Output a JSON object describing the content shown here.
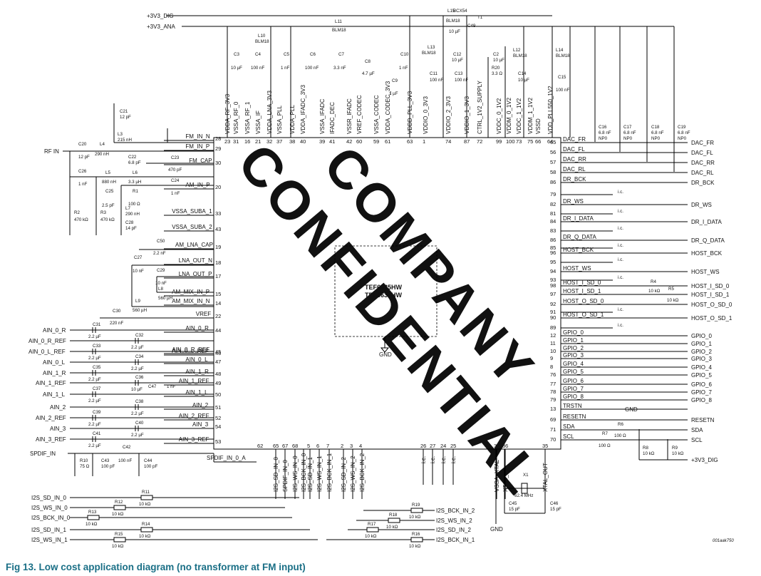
{
  "caption": "Fig 13.   Low cost application diagram (no transformer at FM input)",
  "figure_ref": "001aak750",
  "chip_names": [
    "TEF6635HW",
    "TEF6638HW"
  ],
  "watermark": [
    "COMPANY",
    "CONFIDENTIAL"
  ],
  "rails": {
    "dig": "+3V3_DIG",
    "ana": "+3V3_ANA",
    "rf_in": "RF IN",
    "spdif_in": "SPDIF_IN"
  },
  "transistor": {
    "label": "BCX54",
    "ref": "T1"
  },
  "top_inductors": [
    {
      "ref": "L15",
      "val": "BLM18"
    },
    {
      "ref": "L11",
      "val": "BLM18"
    },
    {
      "ref": "L10",
      "val": "BLM18"
    },
    {
      "ref": "L13",
      "val": "BLM18"
    },
    {
      "ref": "L12",
      "val": "BLM18"
    },
    {
      "ref": "L14",
      "val": "BLM18"
    }
  ],
  "top_caps": [
    {
      "ref": "C3",
      "val": "10 µF"
    },
    {
      "ref": "C4",
      "val": "100 nF"
    },
    {
      "ref": "C5",
      "val": "1 nF"
    },
    {
      "ref": "C6",
      "val": "100 nF"
    },
    {
      "ref": "C7",
      "val": "3.3 nF"
    },
    {
      "ref": "C8",
      "val": "4.7 µF"
    },
    {
      "ref": "C9",
      "val": "1 µF"
    },
    {
      "ref": "C10",
      "val": "1 nF"
    },
    {
      "ref": "C11",
      "val": "100 nF"
    },
    {
      "ref": "C12",
      "val": "10 µF"
    },
    {
      "ref": "C13",
      "val": "100 nF"
    },
    {
      "ref": "C2",
      "val": "10 µF"
    },
    {
      "ref": "R20",
      "val": "3.3 Ω"
    },
    {
      "ref": "C14",
      "val": "10 µF"
    },
    {
      "ref": "C15",
      "val": "100 nF"
    },
    {
      "ref": "C49",
      "val": "10 µF"
    }
  ],
  "top_pins": [
    {
      "num": "23",
      "name": "VDDA_RF_3V3"
    },
    {
      "num": "31",
      "name": "VSSA_RF_0"
    },
    {
      "num": "16",
      "name": "VSSA_RF_1"
    },
    {
      "num": "21",
      "name": "VSSA_IF"
    },
    {
      "num": "32",
      "name": "VDDA_LNA_3V3"
    },
    {
      "num": "37",
      "name": "VSSA_PLL"
    },
    {
      "num": "38",
      "name": "VDDA_PLL"
    },
    {
      "num": "40",
      "name": "VDDA_IFADC_3V3"
    },
    {
      "num": "39",
      "name": "VSSA_IFADC"
    },
    {
      "num": "41",
      "name": "IFADC_DEC"
    },
    {
      "num": "42",
      "name": "VSSR_IFADC"
    },
    {
      "num": "60",
      "name": "VREF_CODEC"
    },
    {
      "num": "59",
      "name": "VSSA_CODEC"
    },
    {
      "num": "61",
      "name": "VDDA_CODEC_3V3"
    },
    {
      "num": "63",
      "name": "VDDD_PLL_3V3"
    },
    {
      "num": "1",
      "name": "VDDIO_0_3V3"
    },
    {
      "num": "74",
      "name": "VDDIO_2_3V3"
    },
    {
      "num": "87",
      "name": "VDDIO_1_3V3"
    },
    {
      "num": "72",
      "name": "CTRL_1V2_SUPPLY"
    },
    {
      "num": "99",
      "name": "VDDC_0_1V2"
    },
    {
      "num": "100",
      "name": "VDDM_0_1V2"
    },
    {
      "num": "73",
      "name": "VDDC_1_1V2"
    },
    {
      "num": "75",
      "name": "VDDM_1_1V2"
    },
    {
      "num": "66",
      "name": "VSSD"
    },
    {
      "num": "64",
      "name": "VDD_PLL550_1V2"
    }
  ],
  "left_pins": [
    {
      "num": "28",
      "name": "FM_IN_N"
    },
    {
      "num": "29",
      "name": "FM_IN_P"
    },
    {
      "num": "30",
      "name": "FM_CAP"
    },
    {
      "num": "20",
      "name": "AM_IN_P"
    },
    {
      "num": "33",
      "name": "VSSA_SUBA_1"
    },
    {
      "num": "43",
      "name": "VSSA_SUBA_2"
    },
    {
      "num": "19",
      "name": "AM_LNA_CAP"
    },
    {
      "num": "18",
      "name": "LNA_OUT_N"
    },
    {
      "num": "17",
      "name": "LNA_OUT_P"
    },
    {
      "num": "15",
      "name": "AM_MIX_IN_P"
    },
    {
      "num": "14",
      "name": "AM_MIX_IN_N"
    },
    {
      "num": "22",
      "name": "VREF"
    },
    {
      "num": "44",
      "name": "AIN_0_R"
    },
    {
      "num": "45",
      "name": "AIN_0_R_REF"
    },
    {
      "num": "46",
      "name": "AIN_0_L_REF"
    },
    {
      "num": "47",
      "name": "AIN_0_L"
    },
    {
      "num": "48",
      "name": "AIN_1_R"
    },
    {
      "num": "49",
      "name": "AIN_1_REF"
    },
    {
      "num": "50",
      "name": "AIN_1_L"
    },
    {
      "num": "51",
      "name": "AIN_2"
    },
    {
      "num": "52",
      "name": "AIN_2_REF"
    },
    {
      "num": "54",
      "name": "AIN_3"
    },
    {
      "num": "53",
      "name": "AIN_3_REF"
    }
  ],
  "rf_parts": [
    {
      "ref": "C21",
      "val": "12 pF"
    },
    {
      "ref": "L3",
      "val": "215 nH"
    },
    {
      "ref": "C20",
      "val": "12 pF"
    },
    {
      "ref": "L4",
      "val": "290 nH"
    },
    {
      "ref": "C22",
      "val": "6.8 pF"
    },
    {
      "ref": "C23",
      "val": "470 pF"
    },
    {
      "ref": "C26",
      "val": "1 nF"
    },
    {
      "ref": "L5",
      "val": "880 nH"
    },
    {
      "ref": "L6",
      "val": "3.3 µH"
    },
    {
      "ref": "C24",
      "val": "1 nF"
    },
    {
      "ref": "C25",
      "val": "2.5 pF"
    },
    {
      "ref": "R1",
      "val": "100 Ω"
    },
    {
      "ref": "L7",
      "val": "290 nH"
    },
    {
      "ref": "C28",
      "val": "14 pF"
    },
    {
      "ref": "R2",
      "val": "470 kΩ"
    },
    {
      "ref": "R3",
      "val": "470 kΩ"
    },
    {
      "ref": "C50",
      "val": "2.2 nF"
    },
    {
      "ref": "C27",
      "val": "10 nF"
    },
    {
      "ref": "C29",
      "val": "10 nF"
    },
    {
      "ref": "L8",
      "val": "560 µH"
    },
    {
      "ref": "L9",
      "val": "560 µH"
    },
    {
      "ref": "C30",
      "val": "220 nF"
    }
  ],
  "ain_inputs": [
    {
      "name": "AIN_0_R",
      "cap": "C31",
      "val": "2.2 µF"
    },
    {
      "name": "AIN_0_R_REF",
      "cap": "C32",
      "val": "2.2 µF"
    },
    {
      "name": "AIN_0_L_REF",
      "cap": "C33",
      "val": "2.2 µF"
    },
    {
      "name": "AIN_0_L",
      "cap": "C34",
      "val": "2.2 µF"
    },
    {
      "name": "AIN_1_R",
      "cap": "C35",
      "val": "2.2 µF"
    },
    {
      "name": "AIN_1_REF",
      "cap": "C36",
      "val": "10 µF"
    },
    {
      "name": "AIN_1_L",
      "cap": "C37",
      "val": "2.2 µF"
    },
    {
      "name": "AIN_2",
      "cap": "C38",
      "val": "2.2 µF"
    },
    {
      "name": "AIN_2_REF",
      "cap": "C39",
      "val": "2.2 µF"
    },
    {
      "name": "AIN_3",
      "cap": "C40",
      "val": "2.2 µF"
    },
    {
      "name": "AIN_3_REF",
      "cap": "C41",
      "val": "2.2 µF"
    }
  ],
  "ain_c47": {
    "ref": "C47",
    "val": "1 nF"
  },
  "right_pins": [
    {
      "num": "65",
      "name": "DAC_FR",
      "net": "DAC_FR"
    },
    {
      "num": "56",
      "name": "DAC_FL",
      "net": "DAC_FL"
    },
    {
      "num": "57",
      "name": "DAC_RR",
      "net": "DAC_RR"
    },
    {
      "num": "58",
      "name": "DAC_RL",
      "net": "DAC_RL"
    },
    {
      "num": "86",
      "name": "DR_BCK",
      "net": "DR_BCK"
    },
    {
      "num": "79",
      "name": "",
      "net": "i.c."
    },
    {
      "num": "82",
      "name": "DR_WS",
      "net": "DR_WS"
    },
    {
      "num": "81",
      "name": "",
      "net": "i.c."
    },
    {
      "num": "84",
      "name": "DR_I_DATA",
      "net": "DR_I_DATA"
    },
    {
      "num": "83",
      "name": "",
      "net": "i.c."
    },
    {
      "num": "86",
      "name": "DR_Q_DATA",
      "net": "DR_Q_DATA"
    },
    {
      "num": "85",
      "name": "",
      "net": "i.c."
    },
    {
      "num": "96",
      "name": "HOST_BCK",
      "net": "HOST_BCK"
    },
    {
      "num": "95",
      "name": "",
      "net": "i.c."
    },
    {
      "num": "94",
      "name": "HOST_WS",
      "net": "HOST_WS"
    },
    {
      "num": "93",
      "name": "",
      "net": "i.c."
    },
    {
      "num": "98",
      "name": "HOST_I_SD_0",
      "net": "HOST_I_SD_0"
    },
    {
      "num": "97",
      "name": "HOST_I_SD_1",
      "net": "HOST_I_SD_1"
    },
    {
      "num": "92",
      "name": "HOST_O_SD_0",
      "net": "HOST_O_SD_0"
    },
    {
      "num": "91",
      "name": "",
      "net": "i.c."
    },
    {
      "num": "90",
      "name": "HOST_O_SD_1",
      "net": "HOST_O_SD_1"
    },
    {
      "num": "89",
      "name": "",
      "net": "i.c."
    },
    {
      "num": "12",
      "name": "GPIO_0",
      "net": "GPIO_0"
    },
    {
      "num": "11",
      "name": "GPIO_1",
      "net": "GPIO_1"
    },
    {
      "num": "10",
      "name": "GPIO_2",
      "net": "GPIO_2"
    },
    {
      "num": "9",
      "name": "GPIO_3",
      "net": "GPIO_3"
    },
    {
      "num": "8",
      "name": "GPIO_4",
      "net": "GPIO_4"
    },
    {
      "num": "76",
      "name": "GPIO_5",
      "net": "GPIO_5"
    },
    {
      "num": "77",
      "name": "GPIO_6",
      "net": "GPIO_6"
    },
    {
      "num": "78",
      "name": "GPIO_7",
      "net": "GPIO_7"
    },
    {
      "num": "79",
      "name": "GPIO_8",
      "net": "GPIO_8"
    },
    {
      "num": "13",
      "name": "TRSTN",
      "net": "GND"
    },
    {
      "num": "69",
      "name": "RESETN",
      "net": "RESETN"
    },
    {
      "num": "71",
      "name": "SDA",
      "net": "SDA"
    },
    {
      "num": "70",
      "name": "SCL",
      "net": "SCL"
    }
  ],
  "dac_caps": [
    {
      "ref": "C16",
      "val": "6.8 nF",
      "type": "NP0"
    },
    {
      "ref": "C17",
      "val": "6.8 nF",
      "type": "NP0"
    },
    {
      "ref": "C18",
      "val": "6.8 nF",
      "type": "NP0"
    },
    {
      "ref": "C19",
      "val": "6.8 nF",
      "type": "NP0"
    }
  ],
  "right_resistors": [
    {
      "ref": "R4",
      "val": "10 kΩ"
    },
    {
      "ref": "R5",
      "val": "10 kΩ"
    },
    {
      "ref": "R6",
      "val": "100 Ω"
    },
    {
      "ref": "R7",
      "val": "100 Ω"
    },
    {
      "ref": "R8",
      "val": "10 kΩ"
    },
    {
      "ref": "R9",
      "val": "10 kΩ"
    }
  ],
  "bottom_pins": [
    {
      "num": "62",
      "name": "SPDIF_IN_0_A"
    },
    {
      "num": "65",
      "name": "I2S_SD_IN_0"
    },
    {
      "num": "67",
      "name": "SPDIF_IN_0"
    },
    {
      "num": "68",
      "name": "I2S_WS_IN_0"
    },
    {
      "num": "",
      "name": "I2S_BCK_IN_0"
    },
    {
      "num": "5",
      "name": "I2S_SD_IN_1"
    },
    {
      "num": "6",
      "name": "I2S_WS_IN_1"
    },
    {
      "num": "7",
      "name": "I2S_BCK_IN_1"
    },
    {
      "num": "2",
      "name": "I2S_SD_IN_2"
    },
    {
      "num": "3",
      "name": "I2S_WS_IN_2"
    },
    {
      "num": "4",
      "name": "I2S_BCK_IN_2"
    },
    {
      "num": "26",
      "name": "i.c."
    },
    {
      "num": "27",
      "name": "i.c."
    },
    {
      "num": "24",
      "name": "i.c."
    },
    {
      "num": "25",
      "name": "i.c."
    },
    {
      "num": "34",
      "name": "VSSA_XTAL"
    },
    {
      "num": "36",
      "name": "XTAL_IN"
    },
    {
      "num": "35",
      "name": "XTAL_OUT"
    }
  ],
  "spdif_parts": [
    {
      "ref": "R10",
      "val": "75 Ω"
    },
    {
      "ref": "C43",
      "val": "100 pF"
    },
    {
      "ref": "C42",
      "val": "100 nF"
    },
    {
      "ref": "C44",
      "val": "100 pF"
    }
  ],
  "i2s_left": [
    {
      "net": "I2S_SD_IN_0",
      "ref": "R11",
      "val": "10 kΩ"
    },
    {
      "net": "I2S_WS_IN_0",
      "ref": "R12",
      "val": "10 kΩ"
    },
    {
      "net": "I2S_BCK_IN_0",
      "ref": "R13",
      "val": "10 kΩ"
    },
    {
      "net": "I2S_SD_IN_1",
      "ref": "R14",
      "val": "10 kΩ"
    },
    {
      "net": "I2S_WS_IN_1",
      "ref": "R15",
      "val": "10 kΩ"
    }
  ],
  "i2s_right": [
    {
      "net": "I2S_BCK_IN_2",
      "ref": "R19",
      "val": "10 kΩ"
    },
    {
      "net": "I2S_WS_IN_2",
      "ref": "R18",
      "val": "10 kΩ"
    },
    {
      "net": "I2S_SD_IN_2",
      "ref": "R17",
      "val": "10 kΩ"
    },
    {
      "net": "I2S_BCK_IN_1",
      "ref": "R16",
      "val": "10 kΩ"
    }
  ],
  "crystal": {
    "ref": "X1",
    "freq": "62.4 MHz",
    "c45": "C45",
    "c45v": "15 pF",
    "c46": "C46",
    "c46v": "15 pF"
  },
  "gnd_label": "GND"
}
